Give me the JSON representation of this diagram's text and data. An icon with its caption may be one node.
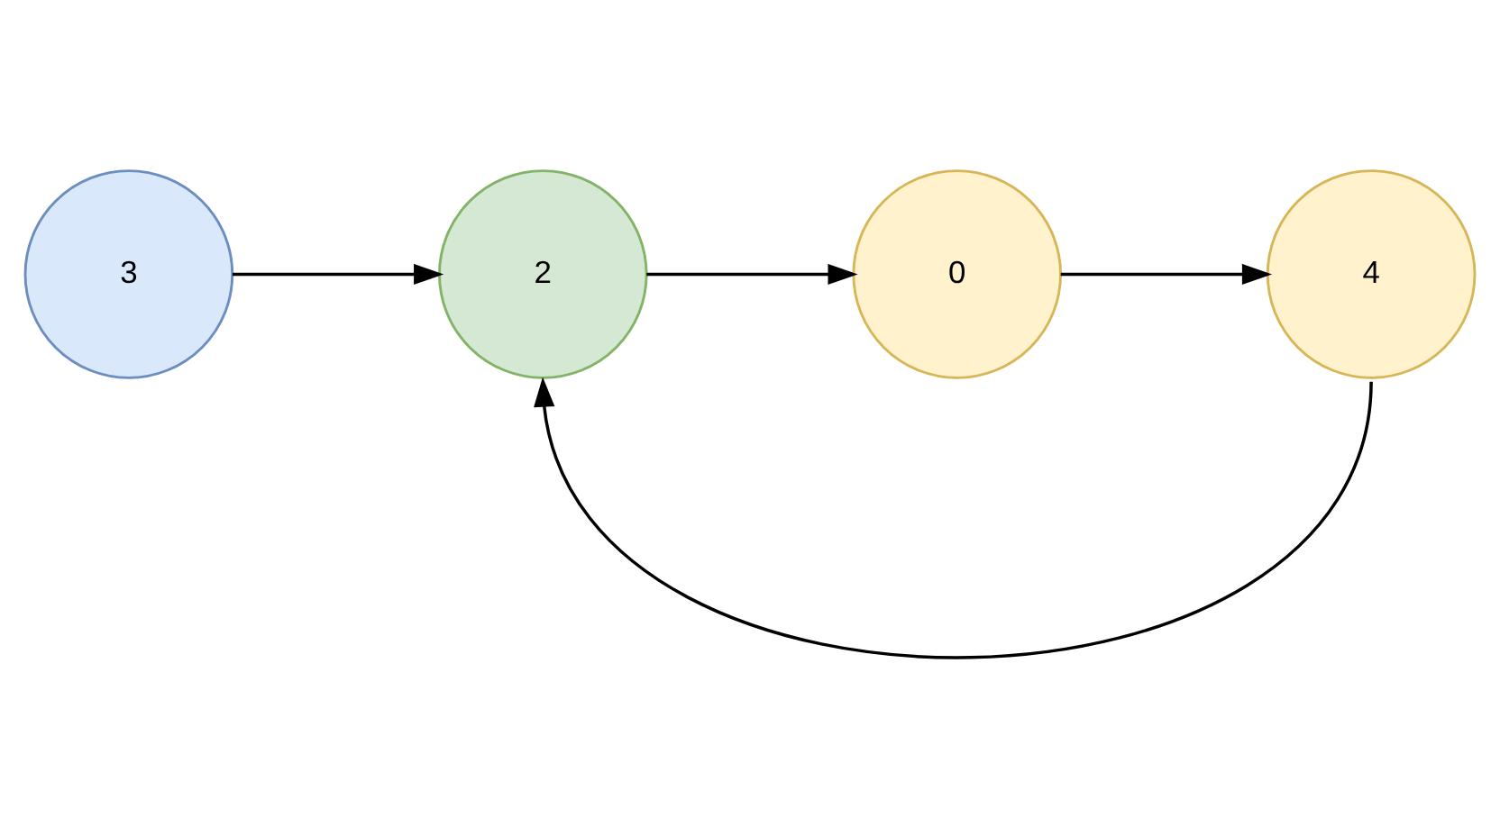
{
  "diagram": {
    "nodes": [
      {
        "text": [
          "3"
        ]
      },
      {
        "text": [
          "2"
        ]
      },
      {
        "text": [
          "0"
        ]
      },
      {
        "text": [
          "4"
        ]
      }
    ],
    "edges": [
      {
        "from": 0,
        "to": 1,
        "arrow": "to"
      },
      {
        "from": 1,
        "to": 2,
        "arrow": "to"
      },
      {
        "from": 2,
        "to": 3,
        "arrow": "to"
      },
      {
        "from": 3,
        "to": 1,
        "arrow": "to"
      }
    ]
  }
}
